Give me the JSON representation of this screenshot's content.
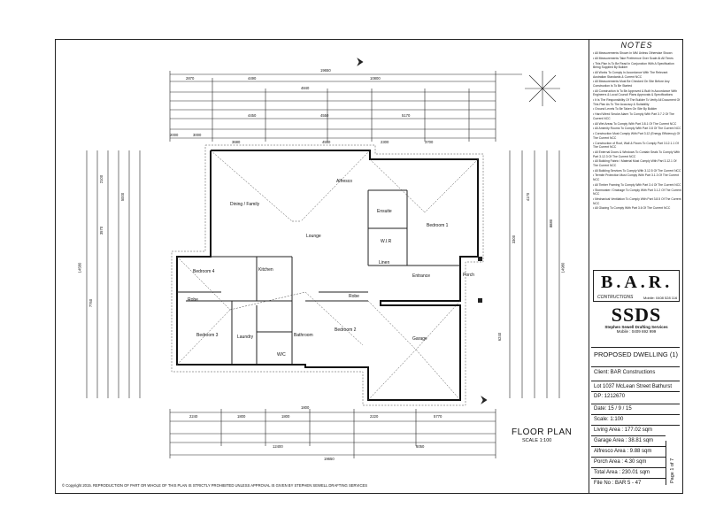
{
  "notes": {
    "title": "NOTES",
    "items": [
      "• All Measurements Shown In MM Unless Otherwise Shown",
      "• All Measurements Take Preference Over Scale At All Times",
      "• This Plan Is To Be Read In Conjunction With A Specification Being Supplied By Builder",
      "• All Works To Comply In Accordance With The Relevant Australian Standards & Current NCC",
      "• All Measurements Must Be Checked On Site Before Any Construction Is To Be Started",
      "• All Construction Is To Be Approved & Built In Accordance With Engineers & Local Council Plans Approvals & Specifications",
      "• It Is The Responsibility Of The Builder To Verify All Document Of This Plan As To The Accuracy & Suitability",
      "• Ground Levels To Be Taken On Site By Builder",
      "• Hard Wired Smoke Alarm To Comply With Part 3.7.2 Of The Current NCC",
      "• All Wet Areas To Comply With Part 3.8.1 Of The Current NCC",
      "• All Amenity Rooms To Comply With Part 3.8 Of The Current NCC",
      "• Construction Must Comply With Part 3.12 (Energy Efficiency) Of The Current NCC",
      "• Construction of Roof, Wall & Floors To Comply Part 3.12.1.1 Of The Current NCC",
      "• All External Doors & Windows To Contain Seals To Comply With Part 3.12.3 Of The Current NCC",
      "• All Building Fabric / Material Must Comply With Part 3.12.1 Of The Current NCC",
      "• All Building Services To Comply With 3.12.5 Of The Current NCC",
      "• Termite Protection Must Comply With Part 3.1.3 Of The Current NCC",
      "• All Timber Framing To Comply With Part 3.4 Of The Current NCC",
      "• Stormwater / Drainage To Comply With Part 3.1.2 Of The Current NCC",
      "• Mechanical Ventilation To Comply With Part 3.8.5 Of The Current NCC",
      "• All Glazing To Comply With Part 3.6 Of The Current NCC"
    ]
  },
  "logo": {
    "main": "B.A.R.",
    "sub": "CONTRUCTIONS",
    "mobile": "Mobile: 0408 528 116"
  },
  "drafting": {
    "mark": "SSDS",
    "name": "Stephen Sewell Drafting Services",
    "mobile": "Mobile : 0409 692 999"
  },
  "title_block": {
    "project": "PROPOSED DWELLING (1)",
    "client": "Client: BAR Constructions",
    "lot": "Lot 1037 McLean Street Bathurst",
    "dp": "DP: 1212670",
    "date": "Date: 15 / 9 / 15",
    "scale": "Scale: 1:100",
    "living": "Living Area : 177.02 sqm",
    "garage": "Garage Area : 38.81 sqm",
    "alfresco": "Alfresco Area : 9.88 sqm",
    "porch": "Porch Area : 4.30 sqm",
    "total": "Total Area : 230.01 sqm",
    "file": "File No : BAR 5 - 47",
    "page": "Page 1 of 7"
  },
  "plan": {
    "title": "FLOOR PLAN",
    "scale": "SCALE 1:100",
    "rooms": {
      "alfresco": "Alfresco",
      "dining": "Dining / Family",
      "lounge": "Lounge",
      "ensuite": "Ensuite",
      "wir": "W.I.R",
      "bed1": "Bedroom 1",
      "bed4": "Bedroom 4",
      "kitchen": "Kitchen",
      "robe1": "Robe",
      "robe2": "Robe",
      "bed3": "Bedroom 3",
      "laundry": "Laundry",
      "bathroom": "Bathroom",
      "wc": "W/C",
      "bed2": "Bedroom 2",
      "garage": "Garage",
      "entrance": "Entrance",
      "porch": "Porch",
      "linen": "Linen"
    },
    "dims_top": [
      "19650",
      "10800",
      "4840",
      "4490",
      "2870",
      "4450",
      "4550",
      "5170",
      "2000",
      "3000",
      "3680",
      "4550",
      "2300",
      "3700"
    ],
    "dims_bottom": [
      "12400",
      "19650",
      "6050",
      "5770",
      "2240",
      "1800",
      "1800",
      "1800",
      "2220"
    ],
    "dims_left": [
      "14580",
      "7760",
      "5000",
      "3570",
      "2100"
    ],
    "dims_right": [
      "14980",
      "8880",
      "6240",
      "4170",
      "3300"
    ]
  },
  "copyright": "© Copyright 2015. REPRODUCTION OF PART OR WHOLE OF THIS PLAN IS STRICTLY PROHIBITED UNLESS APPROVAL IS GIVEN BY STEPHEN SEWELL DRAFTING SERVICES"
}
